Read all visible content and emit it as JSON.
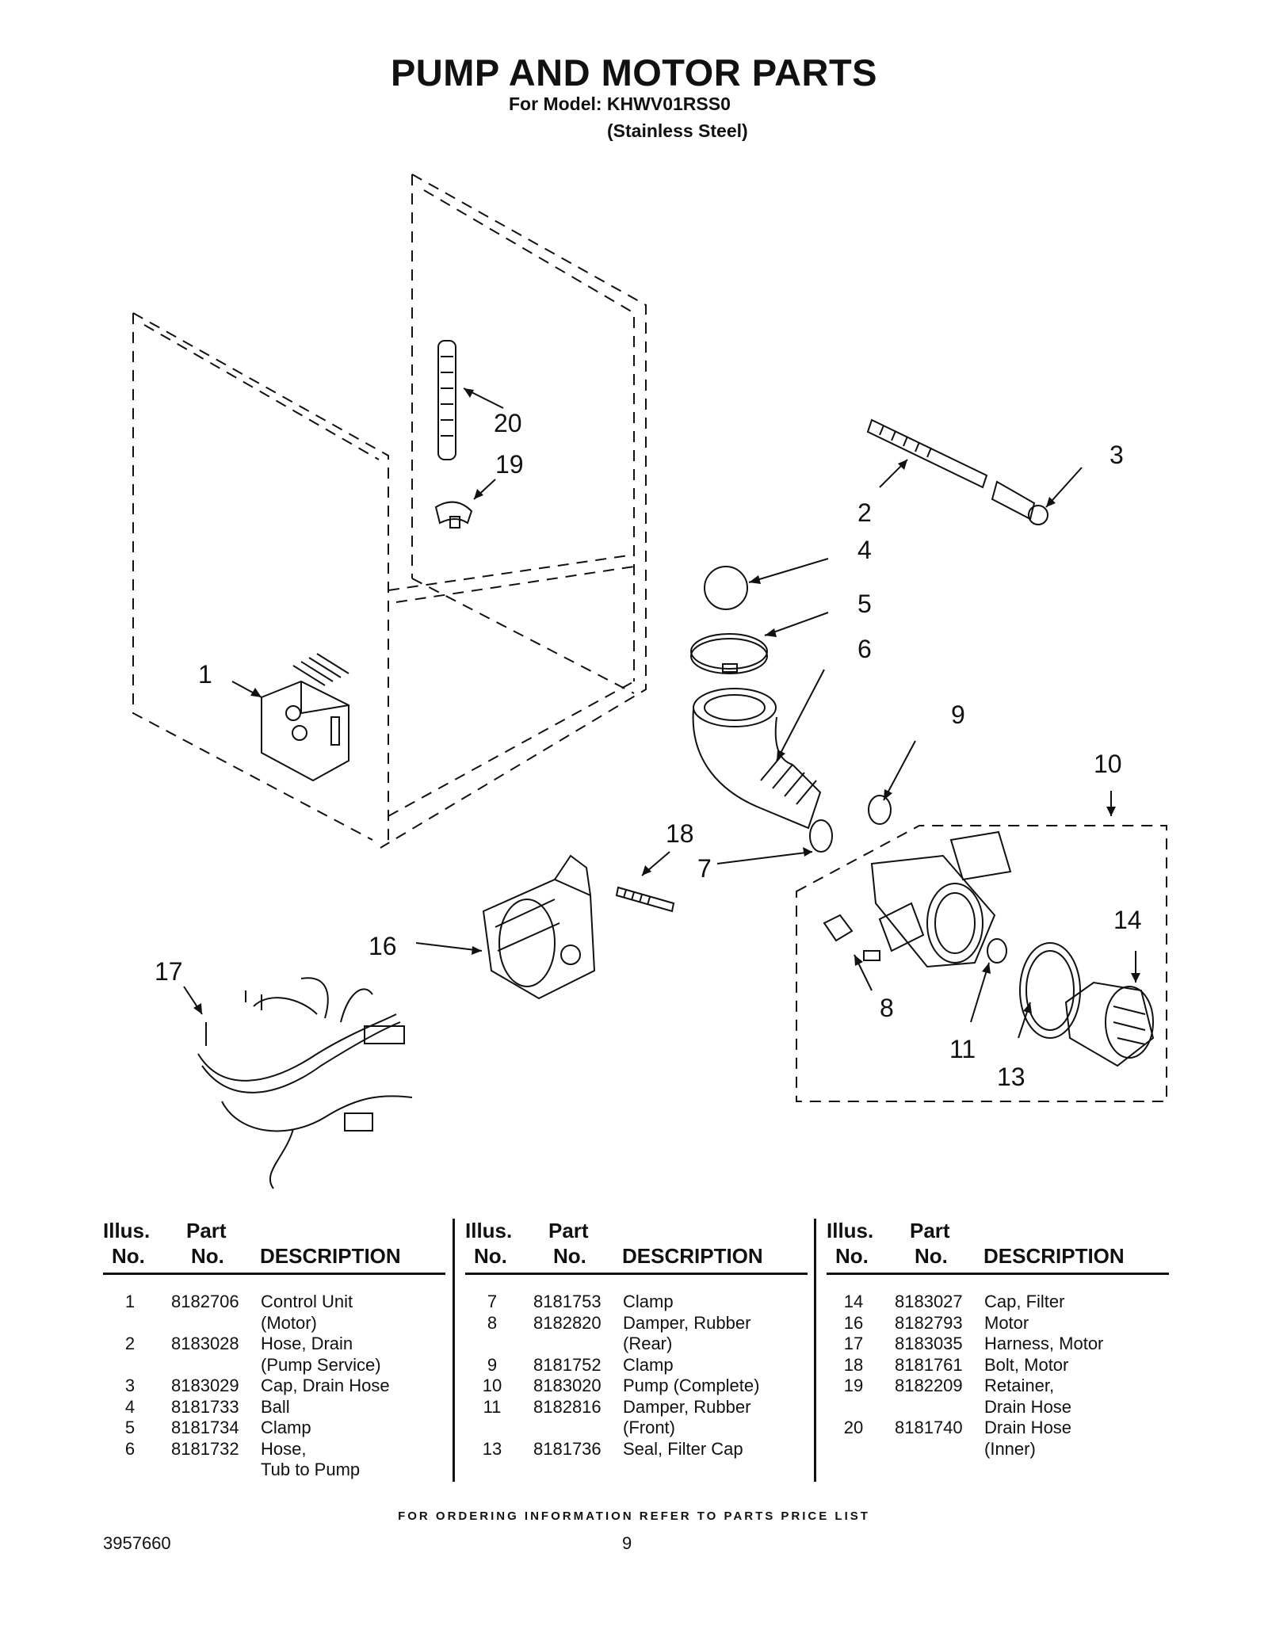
{
  "header": {
    "title": "PUMP AND MOTOR PARTS",
    "model_line": "For Model: KHWV01RSS0",
    "finish_line": "(Stainless Steel)"
  },
  "diagram": {
    "callouts": [
      "1",
      "2",
      "3",
      "4",
      "5",
      "6",
      "7",
      "8",
      "9",
      "10",
      "11",
      "13",
      "14",
      "16",
      "17",
      "18",
      "19",
      "20"
    ]
  },
  "table": {
    "headers": {
      "illus_1": "Illus.",
      "illus_2": "No.",
      "part_1": "Part",
      "part_2": "No.",
      "desc": "DESCRIPTION"
    },
    "columns": [
      [
        {
          "no": "1",
          "part": "8182706",
          "desc": [
            "Control Unit",
            "(Motor)"
          ]
        },
        {
          "no": "2",
          "part": "8183028",
          "desc": [
            "Hose, Drain",
            "(Pump Service)"
          ]
        },
        {
          "no": "3",
          "part": "8183029",
          "desc": [
            "Cap, Drain Hose"
          ]
        },
        {
          "no": "4",
          "part": "8181733",
          "desc": [
            "Ball"
          ]
        },
        {
          "no": "5",
          "part": "8181734",
          "desc": [
            "Clamp"
          ]
        },
        {
          "no": "6",
          "part": "8181732",
          "desc": [
            "Hose,",
            "Tub to Pump"
          ]
        }
      ],
      [
        {
          "no": "7",
          "part": "8181753",
          "desc": [
            "Clamp"
          ]
        },
        {
          "no": "8",
          "part": "8182820",
          "desc": [
            "Damper, Rubber",
            "(Rear)"
          ]
        },
        {
          "no": "9",
          "part": "8181752",
          "desc": [
            "Clamp"
          ]
        },
        {
          "no": "10",
          "part": "8183020",
          "desc": [
            "Pump (Complete)"
          ]
        },
        {
          "no": "11",
          "part": "8182816",
          "desc": [
            "Damper, Rubber",
            "(Front)"
          ]
        },
        {
          "no": "13",
          "part": "8181736",
          "desc": [
            "Seal, Filter Cap"
          ]
        }
      ],
      [
        {
          "no": "14",
          "part": "8183027",
          "desc": [
            "Cap, Filter"
          ]
        },
        {
          "no": "16",
          "part": "8182793",
          "desc": [
            "Motor"
          ]
        },
        {
          "no": "17",
          "part": "8183035",
          "desc": [
            "Harness, Motor"
          ]
        },
        {
          "no": "18",
          "part": "8181761",
          "desc": [
            "Bolt, Motor"
          ]
        },
        {
          "no": "19",
          "part": "8182209",
          "desc": [
            "Retainer,",
            "Drain Hose"
          ]
        },
        {
          "no": "20",
          "part": "8181740",
          "desc": [
            "Drain Hose",
            "(Inner)"
          ]
        }
      ]
    ]
  },
  "footer": {
    "note": "FOR ORDERING INFORMATION REFER TO PARTS PRICE LIST",
    "doc_number": "3957660",
    "page_number": "9"
  }
}
